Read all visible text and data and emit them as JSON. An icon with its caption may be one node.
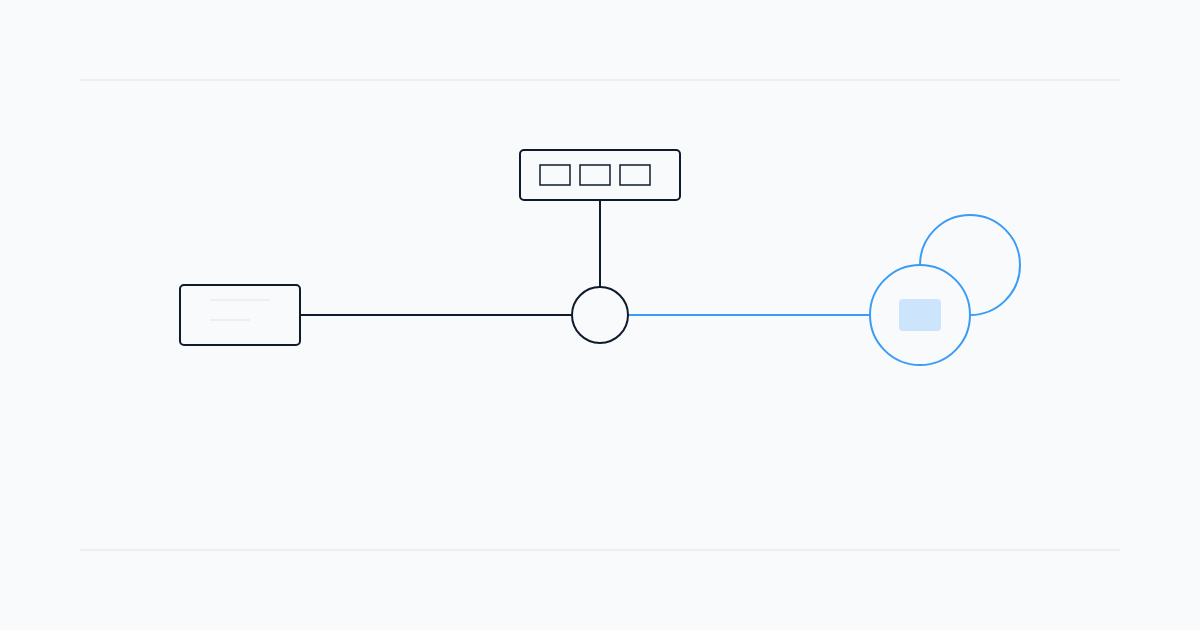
{
  "diagram": {
    "nodes": [
      {
        "text": [],
        "shape": "box"
      },
      {
        "text": [],
        "shape": "box"
      },
      {
        "text": [],
        "shape": "circle"
      },
      {
        "text": [],
        "shape": "circle"
      },
      {
        "text": [],
        "shape": "circle"
      }
    ],
    "edges": [
      {
        "from": 1,
        "to": 2,
        "arrow": "none"
      },
      {
        "from": 0,
        "to": 2,
        "arrow": "none"
      },
      {
        "from": 2,
        "to": 4,
        "arrow": "none",
        "color": "#3b9cf5"
      }
    ]
  }
}
